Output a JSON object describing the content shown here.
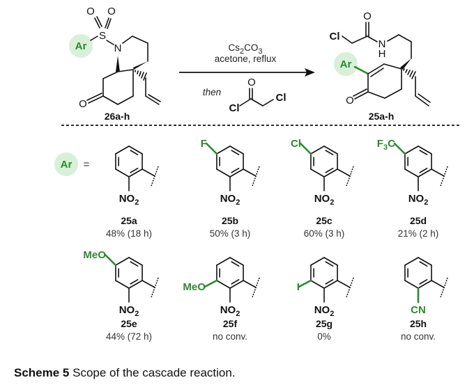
{
  "figure": {
    "caption_label": "Scheme 5",
    "caption_text": " Scope of the cascade reaction.",
    "accent_color": "#2a8a2a",
    "highlight_color": "#d8f0d8"
  },
  "reaction": {
    "starting_material": {
      "label": "26a-h",
      "ar": "Ar",
      "atoms": {
        "s": "S",
        "o1": "O",
        "o2": "O",
        "n": "N",
        "ketone_o": "O"
      }
    },
    "conditions": {
      "reagent": "Cs",
      "reagent_sub1": "2",
      "reagent_mid": "CO",
      "reagent_sub2": "3",
      "solvent": "acetone, reflux",
      "then": "then",
      "second_reagent": {
        "cl1": "Cl",
        "cl2": "Cl",
        "o": "O"
      }
    },
    "product": {
      "label": "25a-h",
      "ar": "Ar",
      "atoms": {
        "cl": "Cl",
        "o_amide": "O",
        "n": "N",
        "h": "H",
        "ketone_o": "O"
      }
    }
  },
  "scope": {
    "ar_label": "Ar",
    "equals": "=",
    "entries": [
      {
        "id": "25a",
        "result": "48% (18 h)",
        "substituent": "",
        "ortho": "NO2"
      },
      {
        "id": "25b",
        "result": "50% (3 h)",
        "substituent": "F",
        "ortho": "NO2"
      },
      {
        "id": "25c",
        "result": "60% (3 h)",
        "substituent": "Cl",
        "ortho": "NO2"
      },
      {
        "id": "25d",
        "result": "21% (2 h)",
        "substituent": "F3C",
        "ortho": "NO2"
      },
      {
        "id": "25e",
        "result": "44% (72 h)",
        "substituent": "MeO",
        "ortho": "NO2"
      },
      {
        "id": "25f",
        "result": "no conv.",
        "substituent": "MeO",
        "ortho": "NO2"
      },
      {
        "id": "25g",
        "result": "0%",
        "substituent": "I",
        "ortho": "NO2"
      },
      {
        "id": "25h",
        "result": "no conv.",
        "substituent": "",
        "ortho": "CN"
      }
    ]
  }
}
